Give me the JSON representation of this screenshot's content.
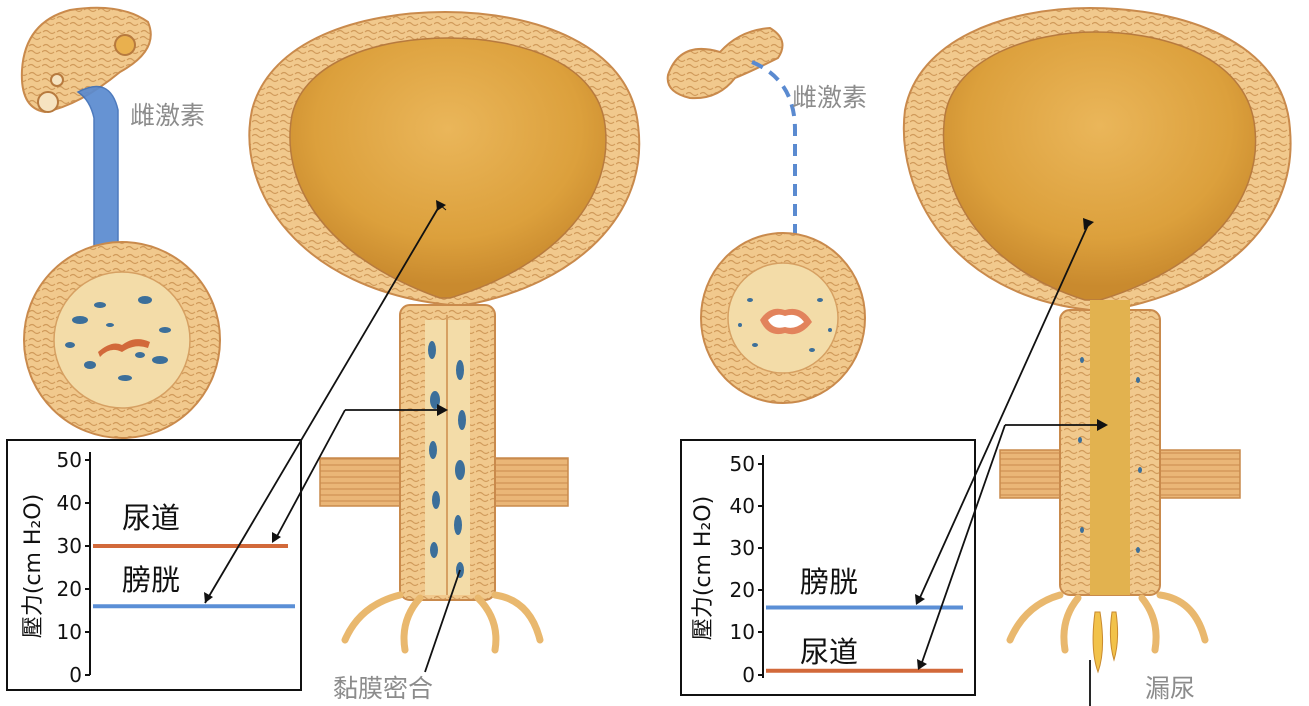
{
  "left_panel": {
    "hormone_label": "雌激素",
    "mucosa_label": "黏膜密合",
    "chart": {
      "axis_label": "壓力(cm H₂O)",
      "ticks": [
        "50",
        "40",
        "30",
        "20",
        "10",
        "0"
      ],
      "urethra_label": "尿道",
      "bladder_label": "膀胱"
    }
  },
  "right_panel": {
    "hormone_label": "雌激素",
    "leak_label": "漏尿",
    "chart": {
      "axis_label": "壓力(cm H₂O)",
      "ticks": [
        "50",
        "40",
        "30",
        "20",
        "10",
        "0"
      ],
      "bladder_label": "膀胱",
      "urethra_label": "尿道"
    }
  },
  "colors": {
    "urethra_line": "#d2693a",
    "bladder_line": "#5b8fd6",
    "tissue_fill": "#f1c98d",
    "tissue_outline": "#c98a4c",
    "lumen_fill": "#e0a53e",
    "vessel_blue": "#3c6f9a",
    "hormone_arrow": "#5a8ad0",
    "label_gray": "#8c8c8c"
  },
  "chart_data": [
    {
      "type": "line",
      "ylabel": "壓力(cm H₂O)",
      "ylim": [
        0,
        50
      ],
      "series": [
        {
          "name": "尿道",
          "values": [
            30
          ]
        },
        {
          "name": "膀胱",
          "values": [
            16
          ]
        }
      ]
    },
    {
      "type": "line",
      "ylabel": "壓力(cm H₂O)",
      "ylim": [
        0,
        50
      ],
      "series": [
        {
          "name": "膀胱",
          "values": [
            16
          ]
        },
        {
          "name": "尿道",
          "values": [
            1
          ]
        }
      ]
    }
  ]
}
